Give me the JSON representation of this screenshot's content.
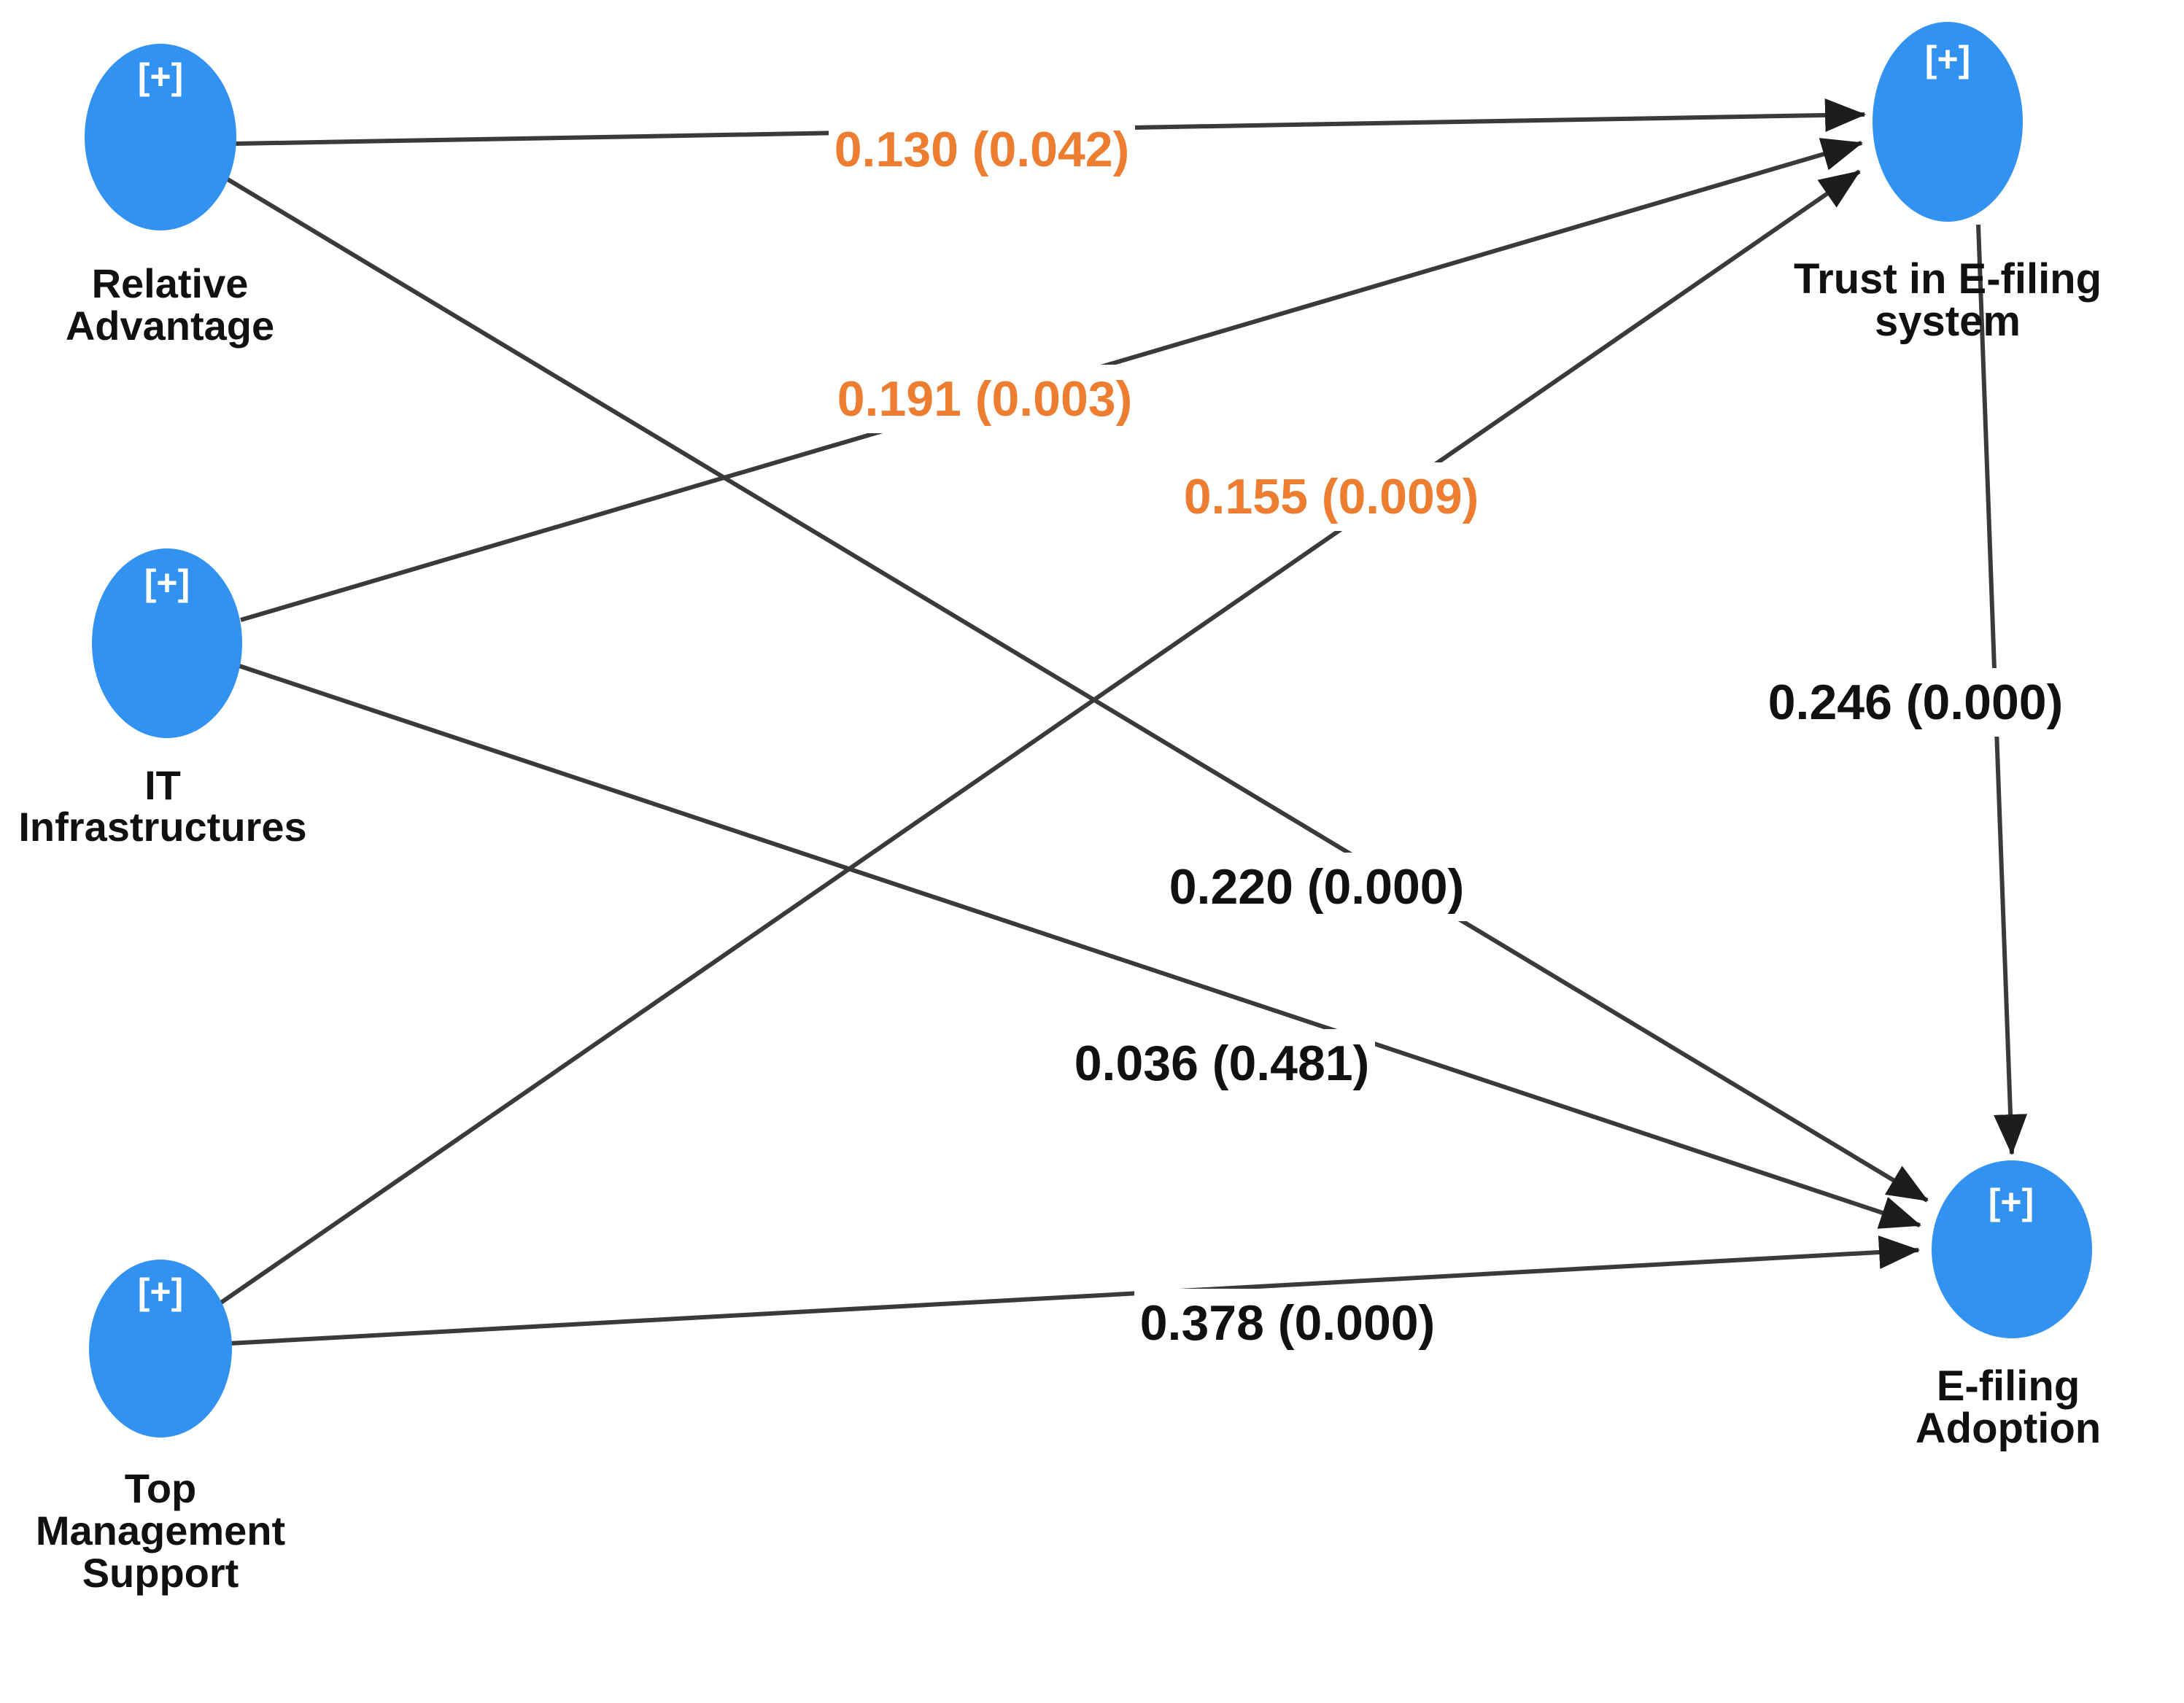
{
  "diagram": {
    "kind": "sem-path-model",
    "background_color": "#ffffff",
    "colors": {
      "node_fill": "#3292F1",
      "expand_indicator_text": "#ffffff",
      "node_label_text": "#111111",
      "edge_line": "#3a3a3a",
      "significant_path_label": "#ED7D31",
      "standard_path_label": "#111111"
    },
    "nodes": [
      {
        "id": "relative-advantage",
        "expand_indicator": "[+]",
        "lines": [
          "Relative",
          "Advantage"
        ]
      },
      {
        "id": "it-infrastructures",
        "expand_indicator": "[+]",
        "lines": [
          "IT",
          "Infrastructures"
        ]
      },
      {
        "id": "top-management-support",
        "expand_indicator": "[+]",
        "lines": [
          "Top",
          "Management",
          "Support"
        ]
      },
      {
        "id": "trust-in-efiling-system",
        "expand_indicator": "[+]",
        "lines": [
          "Trust in E-filing",
          "system"
        ]
      },
      {
        "id": "efiling-adoption",
        "expand_indicator": "[+]",
        "lines": [
          "E-filing",
          "Adoption"
        ]
      }
    ],
    "edges": [
      {
        "from": "Relative Advantage",
        "to": "Trust in E-filing system",
        "label": "0.130 (0.042)",
        "coefficient": "0.130",
        "p_value": "0.042",
        "label_color": "orange"
      },
      {
        "from": "IT Infrastructures",
        "to": "Trust in E-filing system",
        "label": "0.191 (0.003)",
        "coefficient": "0.191",
        "p_value": "0.003",
        "label_color": "orange"
      },
      {
        "from": "Top Management Support",
        "to": "Trust in E-filing system",
        "label": "0.155 (0.009)",
        "coefficient": "0.155",
        "p_value": "0.009",
        "label_color": "orange"
      },
      {
        "from": "Relative Advantage",
        "to": "E-filing Adoption",
        "label": "0.220 (0.000)",
        "coefficient": "0.220",
        "p_value": "0.000",
        "label_color": "black"
      },
      {
        "from": "IT Infrastructures",
        "to": "E-filing Adoption",
        "label": "0.036 (0.481)",
        "coefficient": "0.036",
        "p_value": "0.481",
        "label_color": "black"
      },
      {
        "from": "Top Management Support",
        "to": "E-filing Adoption",
        "label": "0.378 (0.000)",
        "coefficient": "0.378",
        "p_value": "0.000",
        "label_color": "black"
      },
      {
        "from": "Trust in E-filing system",
        "to": "E-filing Adoption",
        "label": "0.246 (0.000)",
        "coefficient": "0.246",
        "p_value": "0.000",
        "label_color": "black"
      }
    ]
  }
}
